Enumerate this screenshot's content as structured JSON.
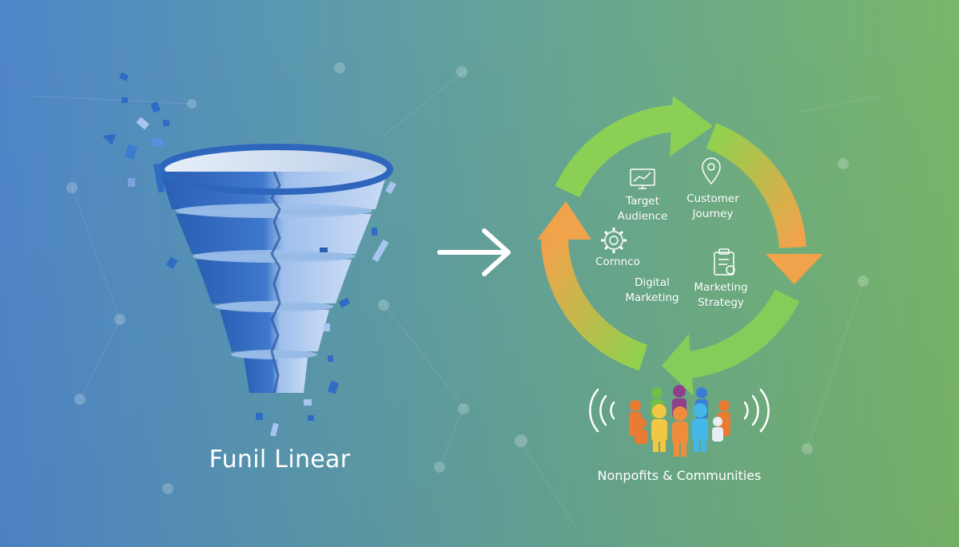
{
  "funnel": {
    "title": "Funil Linear"
  },
  "arrow_icon": "right-arrow-icon",
  "cycle": {
    "items": [
      {
        "line1": "Target",
        "line2": "Audience",
        "icon": "chart-monitor-icon"
      },
      {
        "line1": "Customer",
        "line2": "Journey",
        "icon": "location-pin-icon"
      },
      {
        "line1": "Cornnco",
        "line2": "",
        "icon": "gear-icon"
      },
      {
        "line1": "Digital",
        "line2": "Marketing",
        "icon": ""
      },
      {
        "line1": "Marketing",
        "line2": "Strategy",
        "icon": "clipboard-icon"
      }
    ],
    "colors": {
      "green": "#8fd24f",
      "orange": "#f0a34a"
    }
  },
  "community": {
    "label": "Nonpofits & Communities",
    "icon": "people-group-icon"
  }
}
